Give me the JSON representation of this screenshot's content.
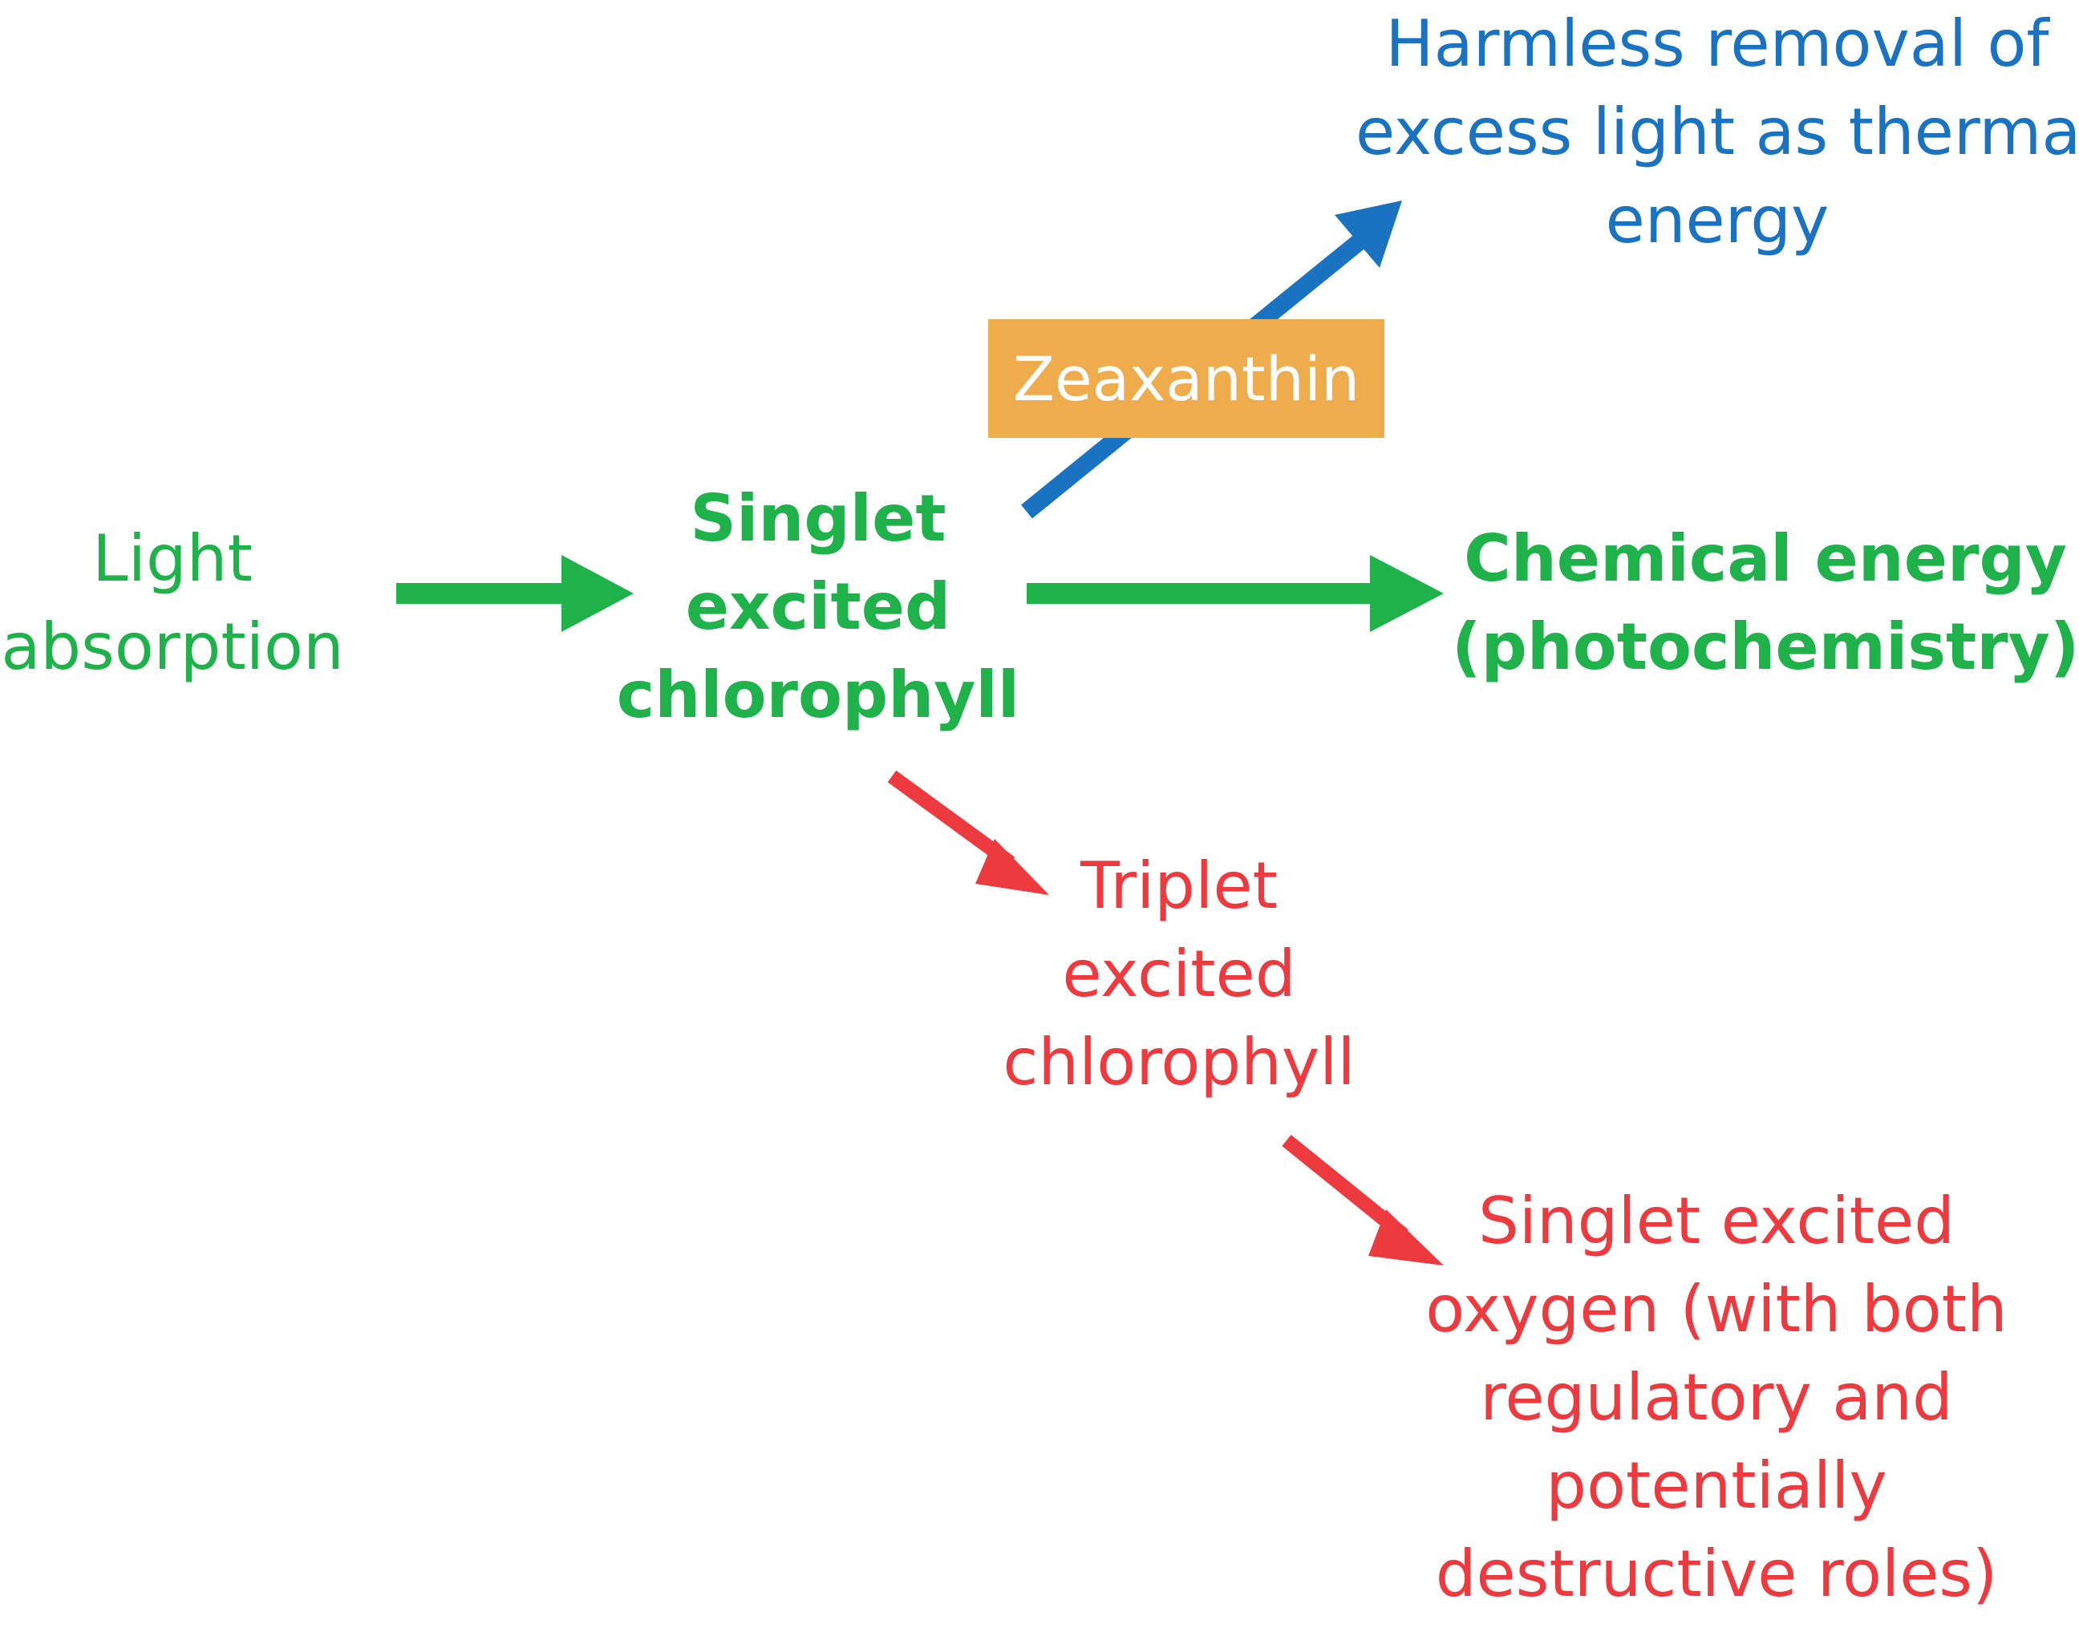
{
  "nodes": {
    "light_absorption": [
      "Light",
      "absorption"
    ],
    "singlet_excited_chlorophyll": [
      "Singlet",
      "excited",
      "chlorophyll"
    ],
    "chemical_energy": [
      "Chemical energy",
      "(photochemistry)"
    ],
    "harmless_removal": [
      "Harmless removal of",
      "excess light as thermal",
      "energy"
    ],
    "triplet_excited_chlorophyll": [
      "Triplet",
      "excited",
      "chlorophyll"
    ],
    "singlet_excited_oxygen": [
      "Singlet excited",
      "oxygen (with both",
      "regulatory and",
      "potentially",
      "destructive roles)"
    ]
  },
  "zeaxanthin": "Zeaxanthin",
  "colors": {
    "green": "#1fb24a",
    "blue": "#1a73c1",
    "red": "#ec3a3f",
    "orange_box": "#eeac4d",
    "box_text": "#ffffff"
  },
  "edges": [
    {
      "from": "light_absorption",
      "to": "singlet_excited_chlorophyll",
      "color": "green"
    },
    {
      "from": "singlet_excited_chlorophyll",
      "to": "chemical_energy",
      "color": "green"
    },
    {
      "from": "singlet_excited_chlorophyll",
      "to": "harmless_removal",
      "color": "blue",
      "via": "zeaxanthin"
    },
    {
      "from": "singlet_excited_chlorophyll",
      "to": "triplet_excited_chlorophyll",
      "color": "red"
    },
    {
      "from": "triplet_excited_chlorophyll",
      "to": "singlet_excited_oxygen",
      "color": "red"
    }
  ]
}
